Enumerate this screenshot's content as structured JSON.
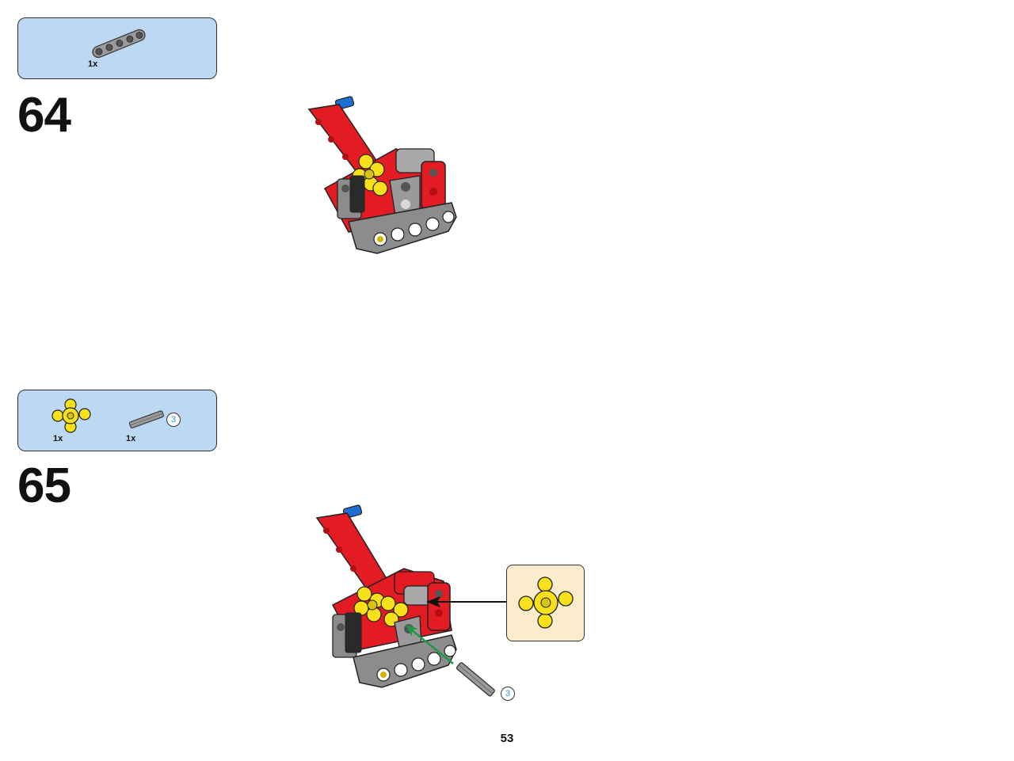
{
  "steps": [
    {
      "number": "64",
      "parts": [
        {
          "qty": "1x",
          "icon": "grey-technic-beam-5-icon"
        }
      ]
    },
    {
      "number": "65",
      "parts": [
        {
          "qty": "1x",
          "icon": "yellow-connector-hub-icon"
        },
        {
          "qty": "1x",
          "icon": "grey-axle-3-icon",
          "length": "3"
        }
      ],
      "callout": {
        "icon": "yellow-connector-hub-icon"
      },
      "axle_length": "3"
    }
  ],
  "page_number": "53",
  "colors": {
    "parts_panel": "#bcd8f2",
    "callout_panel": "#fbeccb",
    "model_red": "#e31b23",
    "technic_yellow": "#f8e11a",
    "technic_grey": "#8c8c8c",
    "technic_blue": "#1e6fd1",
    "arrow_green": "#1a9a4a"
  }
}
